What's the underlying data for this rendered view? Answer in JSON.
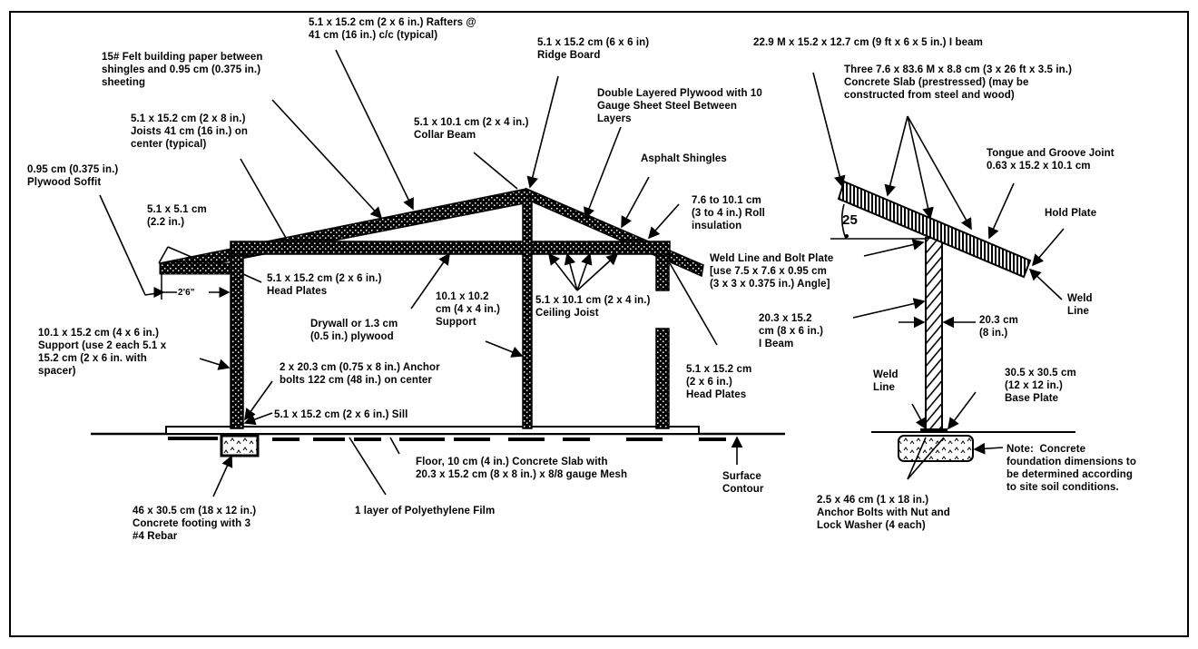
{
  "diagram": {
    "title": "Shelter cross-section and I-beam lean-to detail",
    "colors": {
      "ink": "#000000",
      "paper": "#ffffff"
    },
    "angle_label": "25",
    "dimension_label": "2'6\"",
    "labels": {
      "rafters": "5.1 x 15.2 cm (2 x 6 in.) Rafters @\n41 cm (16 in.) c/c (typical)",
      "felt": "15# Felt building paper between\nshingles and 0.95 cm (0.375 in.)\nsheeting",
      "ridge": "5.1 x 15.2 cm (6 x 6 in)\nRidge Board",
      "ibeam_top": "22.9 M x 15.2 x 12.7 cm (9 ft x 6 x 5 in.) I beam",
      "slab": "Three 7.6 x 83.6 M x 8.8 cm (3 x 26 ft x 3.5 in.)\nConcrete Slab (prestressed) (may be\nconstructed from steel and wood)",
      "double_ply": "Double Layered Plywood with 10\nGauge Sheet Steel Between\nLayers",
      "joists": "5.1 x 15.2 cm (2 x 8 in.)\nJoists 41 cm (16 in.) on\ncenter (typical)",
      "collar": "5.1 x 10.1 cm (2 x 4 in.)\nCollar Beam",
      "soffit": "0.95 cm (0.375 in.)\nPlywood Soffit",
      "asphalt": "Asphalt Shingles",
      "tongue": "Tongue and Groove Joint\n0.63 x 15.2 x 10.1 cm",
      "two_by_two": "5.1 x 5.1 cm\n(2.2 in.)",
      "insulation": "7.6 to 10.1 cm\n(3 to 4 in.) Roll\ninsulation",
      "hold_plate": "Hold Plate",
      "weld_bolt": "Weld Line and Bolt Plate\n[use 7.5 x 7.6 x 0.95 cm\n(3 x 3 x 0.375 in.) Angle]",
      "head_plates_left": "5.1 x 15.2 cm (2 x 6 in.)\nHead Plates",
      "weld_line_right": "Weld\nLine",
      "support_44": "10.1 x 10.2\ncm (4 x 4 in.)\nSupport",
      "ceiling_joist": "5.1 x 10.1 cm (2 x 4 in.)\nCeiling Joist",
      "drywall": "Drywall or 1.3 cm\n(0.5 in.) plywood",
      "ibeam_side": "20.3 x 15.2\ncm (8 x 6 in.)\nI Beam",
      "width_8": "20.3 cm\n(8 in.)",
      "support_46": "10.1 x 15.2 cm (4 x 6 in.)\nSupport (use 2 each 5.1 x\n15.2 cm (2 x 6 in. with\nspacer)",
      "anchor_bolts": "2 x 20.3 cm (0.75 x 8 in.) Anchor\nbolts 122 cm (48 in.) on center",
      "head_plates_right": "5.1 x 15.2 cm\n(2 x 6 in.)\nHead Plates",
      "weld_line_left": "Weld\nLine",
      "base_plate": "30.5 x 30.5 cm\n(12 x 12 in.)\nBase Plate",
      "sill": "5.1 x 15.2 cm (2 x 6 in.) Sill",
      "floor": "Floor, 10 cm (4 in.) Concrete Slab with\n20.3 x 15.2 cm (8 x 8 in.) x 8/8 gauge Mesh",
      "surface": "Surface\nContour",
      "note": "Note:  Concrete\nfoundation dimensions to\nbe determined according\nto site soil conditions.",
      "footing": "46 x 30.5 cm (18 x 12 in.)\nConcrete footing with 3\n#4 Rebar",
      "poly": "1 layer of Polyethylene Film",
      "anchor_right": "2.5 x 46 cm (1 x 18 in.)\nAnchor Bolts with Nut and\nLock Washer (4 each)"
    }
  }
}
